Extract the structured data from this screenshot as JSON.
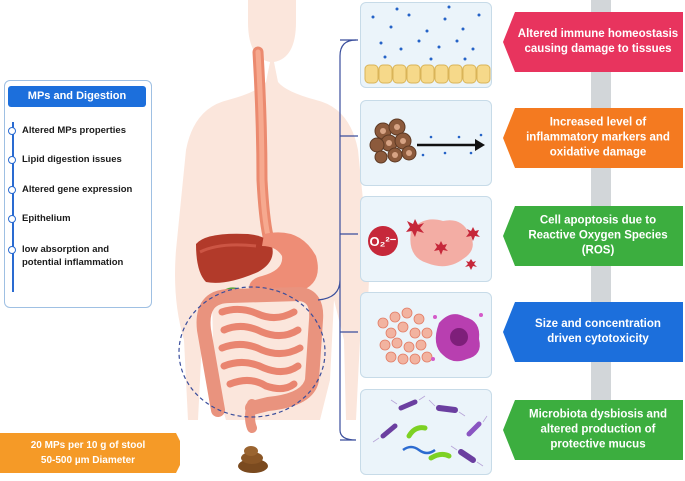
{
  "legend": {
    "title": "MPs and Digestion",
    "items": [
      {
        "label": "Altered MPs properties"
      },
      {
        "label": "Lipid digestion issues"
      },
      {
        "label": "Altered gene expression"
      },
      {
        "label": "Epithelium"
      },
      {
        "label": "low absorption and potential inflammation"
      }
    ]
  },
  "note": {
    "line1": "20 MPs per 10 g of stool",
    "line2": "50-500 µm Diameter"
  },
  "effects": [
    {
      "text": "Altered immune homeostasis causing damage to tissues",
      "color": "#e8345e"
    },
    {
      "text": "Increased level of inflammatory markers and oxidative damage",
      "color": "#f47a20"
    },
    {
      "text": "Cell apoptosis due to Reactive Oxygen Species (ROS)",
      "color": "#3cae3f"
    },
    {
      "text": "Size and concentration driven cytotoxicity",
      "color": "#1c6fdc"
    },
    {
      "text": "Microbiota dysbiosis and altered production of protective mucus",
      "color": "#3cae3f"
    }
  ],
  "ros_label": "O₂²⁻",
  "colors": {
    "blue": "#1c6fdc",
    "orange": "#f59a27",
    "body": "#fbe6dc",
    "panel_bg": "#ebf4fa"
  }
}
